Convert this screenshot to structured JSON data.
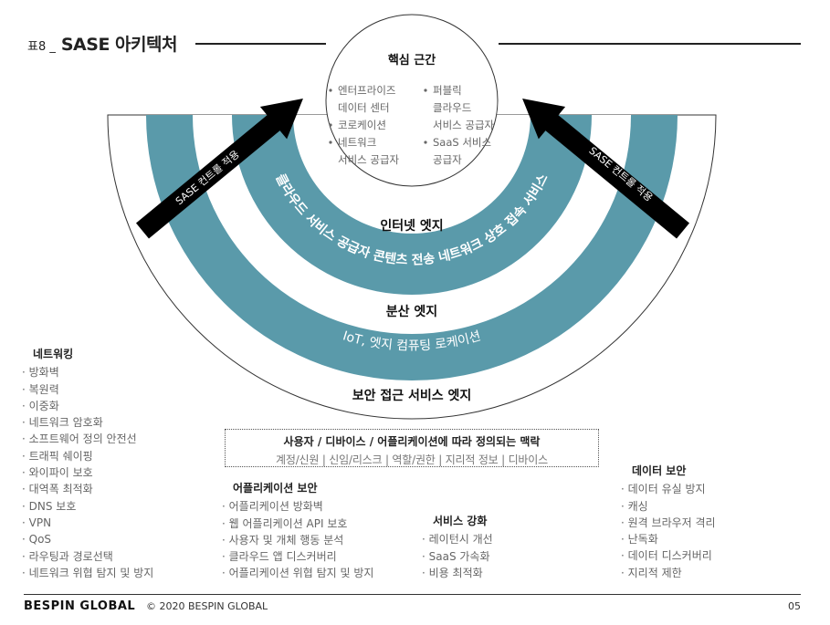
{
  "title": {
    "prefix": "표8 _",
    "main": "SASE 아키텍처"
  },
  "core": {
    "heading": "핵심 근간",
    "left_items": [
      "엔터프라이즈",
      "데이터 센터",
      "코로케이션",
      "네트워크",
      "서비스 공급자"
    ],
    "left_bullets": [
      true,
      false,
      true,
      true,
      false
    ],
    "right_items": [
      "퍼블릭",
      "클라우드",
      "서비스 공급자",
      "SaaS 서비스",
      "공급자"
    ],
    "right_bullets": [
      true,
      false,
      false,
      true,
      false
    ]
  },
  "bands": {
    "inner_band_text": "클라우드 서비스 공급자 콘텐츠 전송 네트워크 상호 접속 서비스",
    "outer_band_text": "IoT, 엣지 컴퓨팅 로케이션",
    "internet_edge": "인터넷 엣지",
    "distributed_edge": "분산 엣지",
    "secure_access_edge": "보안 접근 서비스 엣지"
  },
  "arrows": {
    "left_label": "SASE 컨트롤 적용",
    "right_label": "SASE 컨트롤 적용"
  },
  "colors": {
    "band": "#5a9aaa",
    "arrow": "#000000",
    "line": "#333333"
  },
  "networking": {
    "heading": "네트워킹",
    "items": [
      "방화벽",
      "복원력",
      "이중화",
      "네트워크 암호화",
      "소프트웨어 정의 안전선",
      "트래픽 쉐이핑",
      "와이파이 보호",
      "대역폭 최적화",
      "DNS 보호",
      "VPN",
      "QoS",
      "라우팅과 경로선택",
      "네트워크 위협 탐지 및 방지"
    ]
  },
  "context": {
    "heading": "사용자 / 디바이스 / 어플리케이션에 따라 정의되는 맥락",
    "items": "계정/신원 | 신임/리스크 | 역할/권한 | 지리적 정보 | 디바이스"
  },
  "app_security": {
    "heading": "어플리케이션 보안",
    "items": [
      "어플리케이션 방화벽",
      "웹 어플리케이션 API 보호",
      "사용자 및 개체 행동 분석",
      "클라우드 앱 디스커버리",
      "어플리케이션 위협 탐지 및 방지"
    ]
  },
  "service_enhancement": {
    "heading": "서비스 강화",
    "items": [
      "레이턴시 개선",
      "SaaS 가속화",
      "비용 최적화"
    ]
  },
  "data_security": {
    "heading": "데이터 보안",
    "items": [
      "데이터 유실 방지",
      "캐싱",
      "원격 브라우저 격리",
      "난독화",
      "데이터 디스커버리",
      "지리적 제한"
    ]
  },
  "footer": {
    "brand": "BESPIN GLOBAL",
    "copyright": "© 2020 BESPIN GLOBAL",
    "page": "05"
  }
}
